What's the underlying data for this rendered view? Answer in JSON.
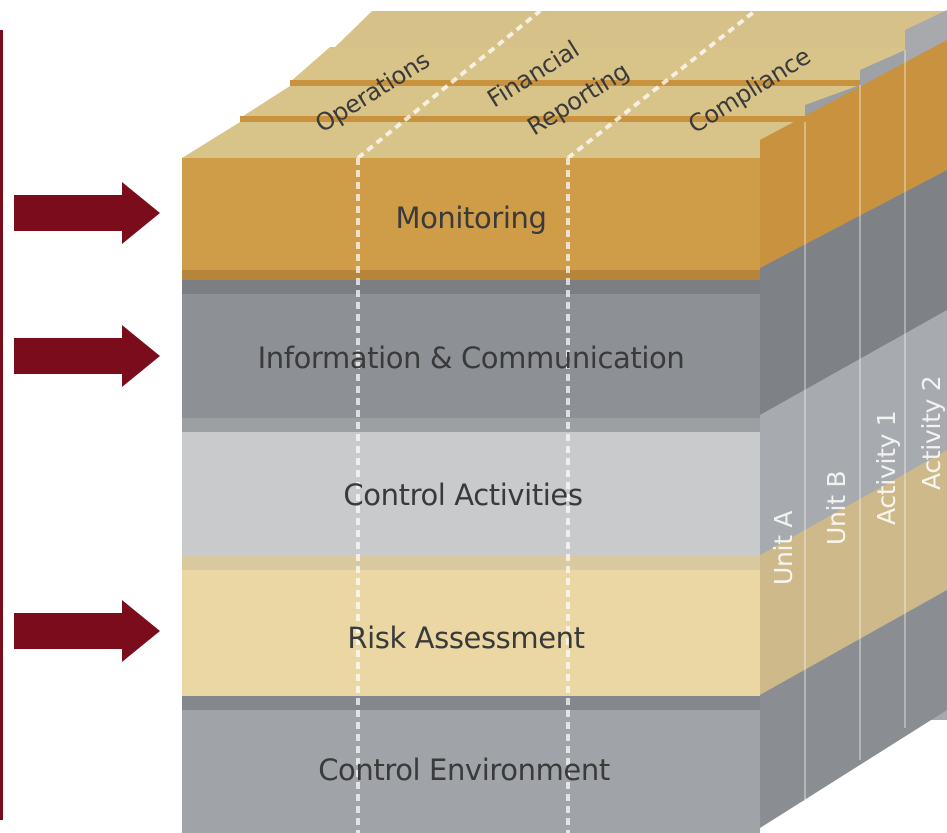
{
  "diagram": {
    "components": [
      {
        "label": "Monitoring",
        "face": "#cf9c47",
        "top": "#d8c388",
        "side": "#c29549"
      },
      {
        "label": "Information & Communication",
        "face": "#8d9196",
        "top": "#7b7f84",
        "side": "#797d82"
      },
      {
        "label": "Control Activities",
        "face": "#c9cacc",
        "top": "#9da0a3",
        "side": "#a2a6aa"
      },
      {
        "label": "Risk Assessment",
        "face": "#ebd7a3",
        "top": "#d8c99e",
        "side": "#cdb98a"
      },
      {
        "label": "Control Environment",
        "face": "#a0a3a7",
        "top": "#84878b",
        "side": "#8a8e92"
      }
    ],
    "objectives": [
      "Operations",
      "Financial",
      "Reporting",
      "Compliance"
    ],
    "units": [
      "Unit A",
      "Unit B",
      "Activity 1",
      "Activity 2"
    ],
    "arrow_color": "#7a0c1c",
    "bar_color": "#7a0c1c",
    "arrow_targets": [
      "Monitoring",
      "Information & Communication",
      "Risk Assessment"
    ]
  }
}
